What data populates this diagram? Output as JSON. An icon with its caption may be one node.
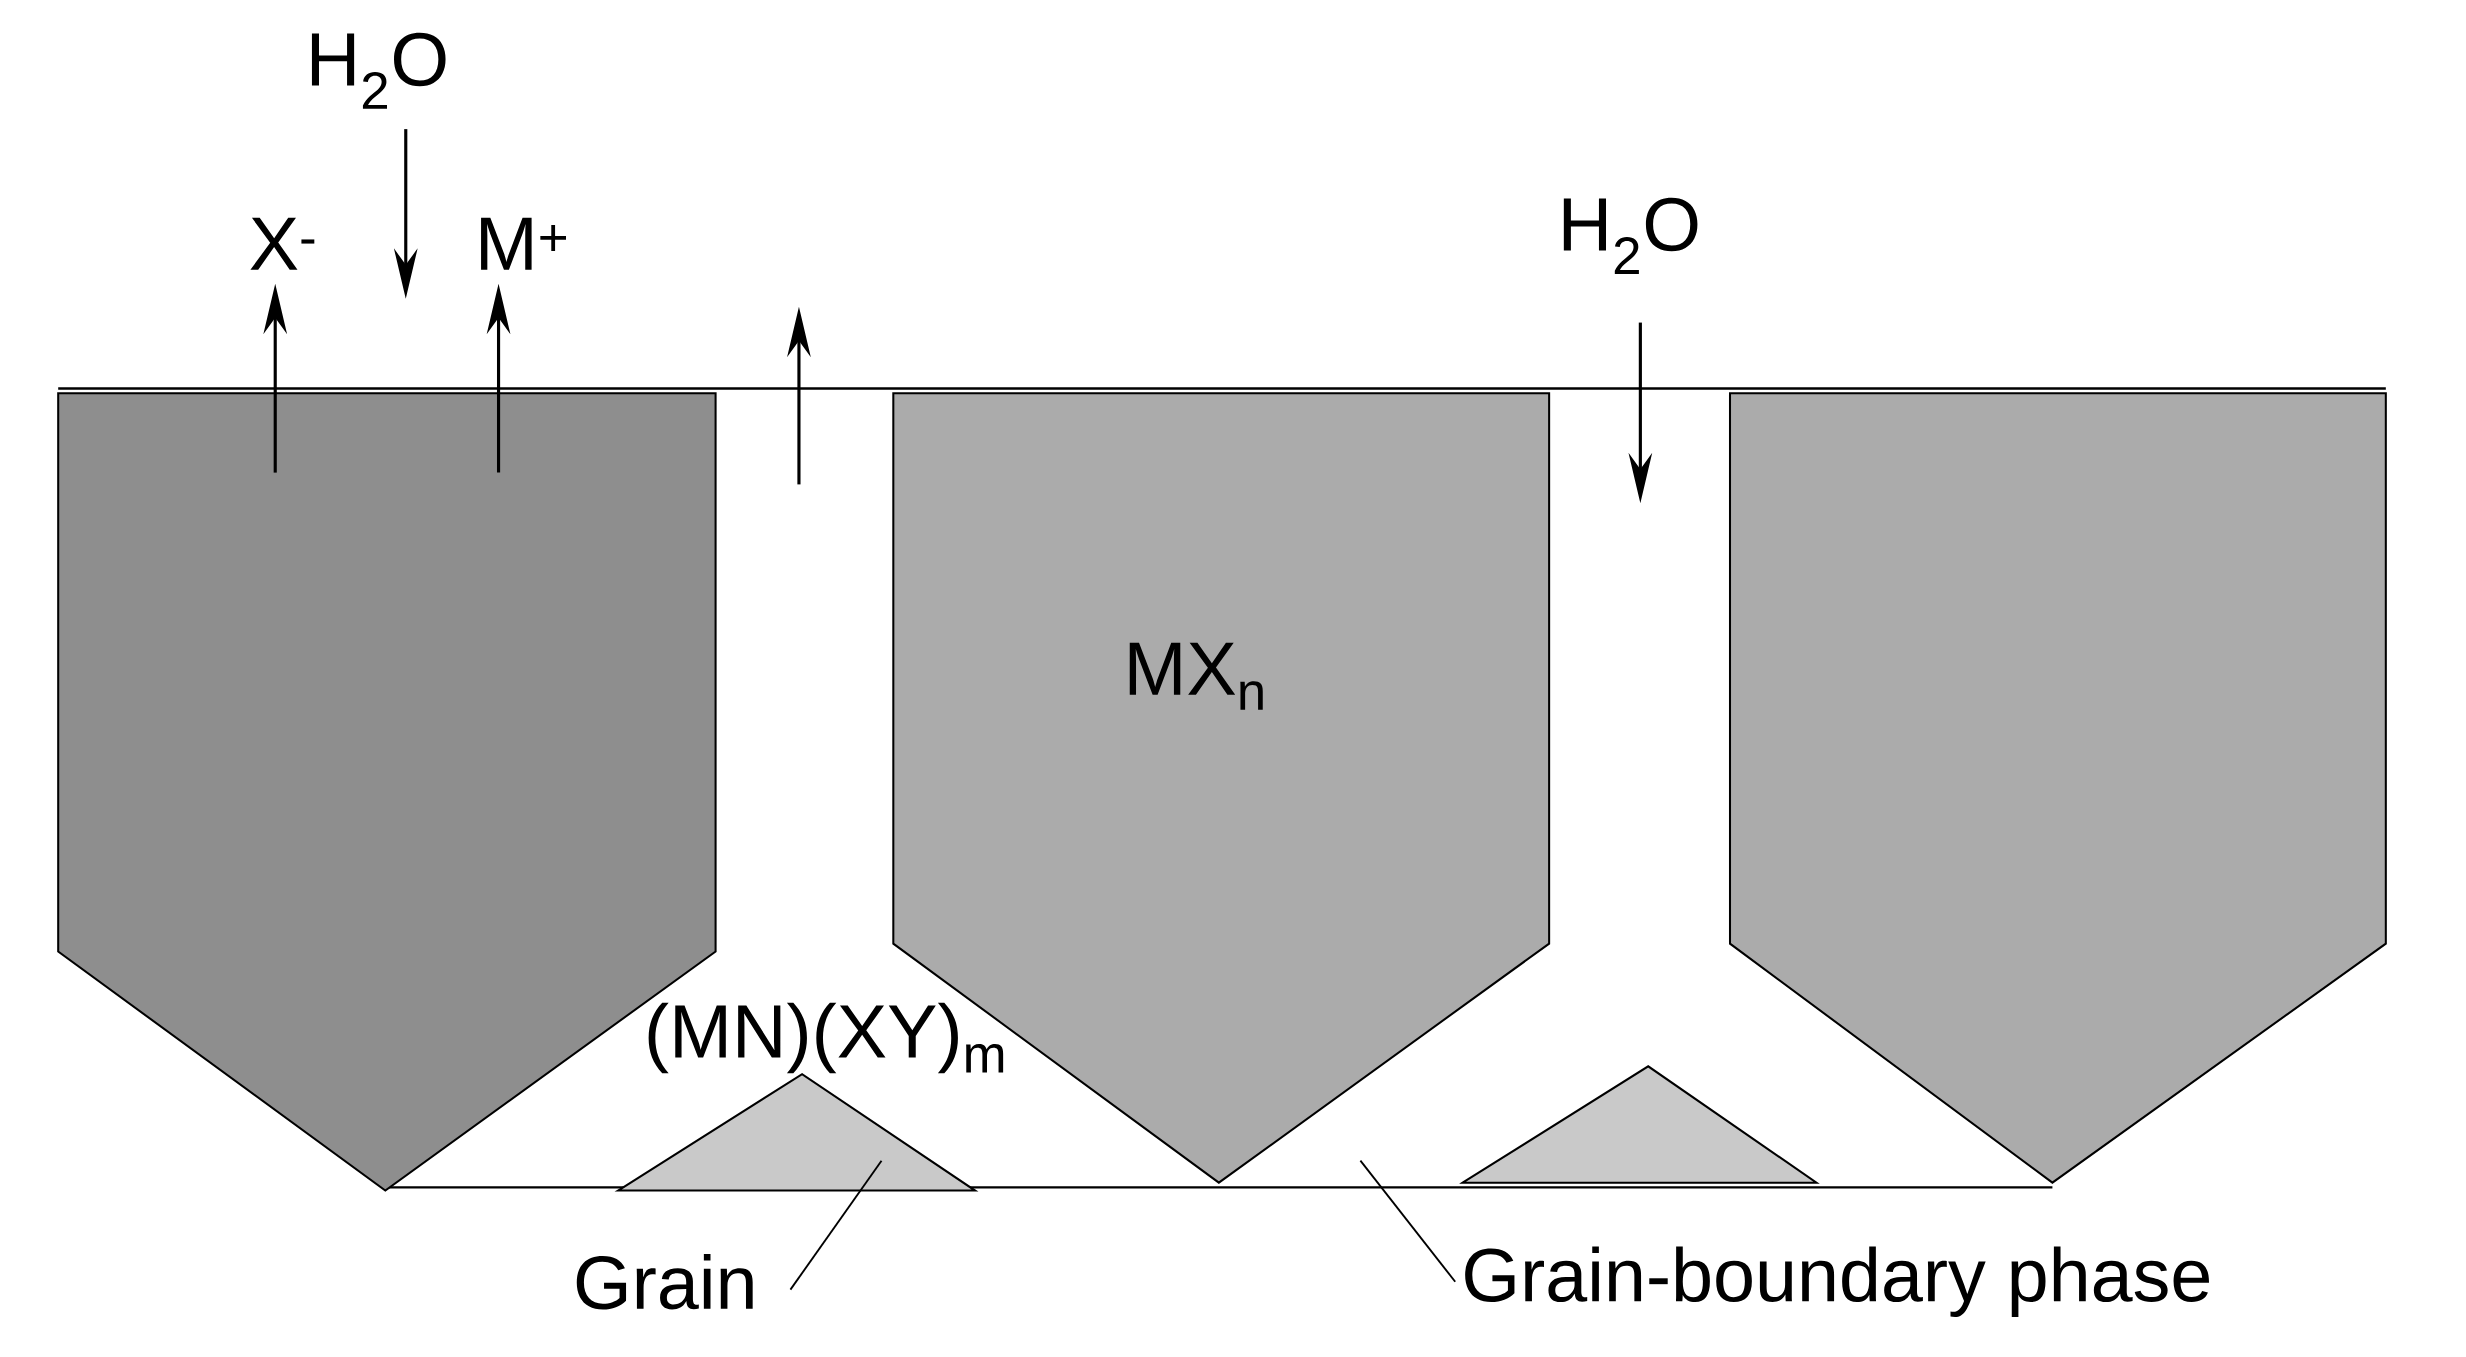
{
  "diagram": {
    "nodes": [
      {
        "text": [
          "H$_{2}$O"
        ]
      },
      {
        "text": [
          "X$^{-}$"
        ]
      },
      {
        "text": [
          "M$^{+}$"
        ]
      },
      {
        "text": [
          "H$_{2}$O"
        ]
      },
      {
        "text": [],
        "shape": "box"
      },
      {
        "text": [
          "MX$_{n}$"
        ]
      },
      {
        "text": [],
        "shape": "box"
      },
      {
        "text": [],
        "shape": "triangle"
      },
      {
        "text": [],
        "shape": "triangle"
      },
      {
        "text": [
          "Grain"
        ]
      },
      {
        "text": [
          "Grain-boundary phase"
        ]
      }
    ],
    "edges": [
      {
        "from": 0,
        "to": null,
        "arrow": "to"
      },
      {
        "from": 4,
        "to": 1,
        "arrow": "to"
      },
      {
        "from": 4,
        "to": 2,
        "arrow": "to"
      },
      {
        "from": 3,
        "to": null,
        "arrow": "to"
      },
      {
        "from": 9,
        "to": 7,
        "arrow": "none"
      },
      {
        "from": 10,
        "to": null,
        "arrow": "none"
      }
    ],
    "labels": [
      "(MN)(XY)$_{m}$"
    ]
  }
}
